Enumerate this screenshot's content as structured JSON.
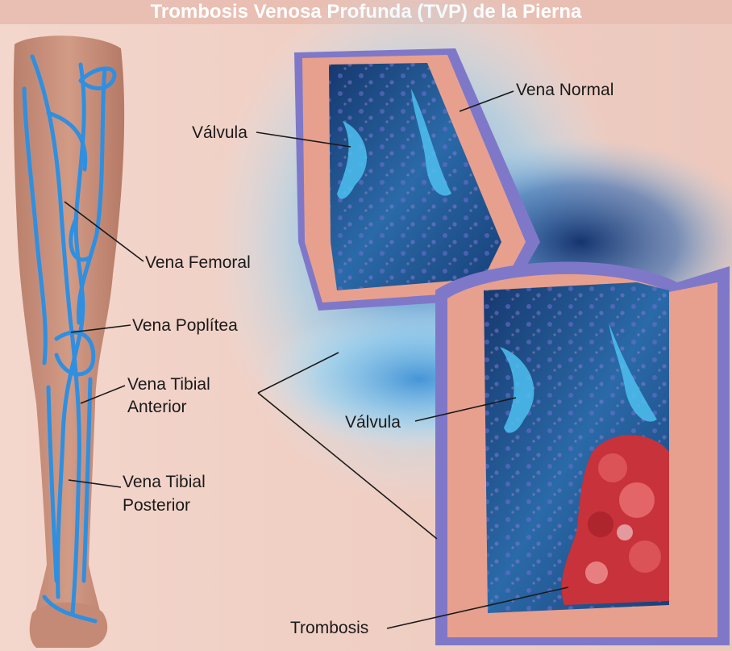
{
  "title": "Trombosis Venosa Profunda (TVP) de la Pierna",
  "labels": {
    "valvula_top": "Válvula",
    "vena_normal": "Vena Normal",
    "vena_femoral": "Vena Femoral",
    "vena_poplitea": "Vena Poplítea",
    "vena_tibial_anterior_1": "Vena Tibial",
    "vena_tibial_anterior_2": "Anterior",
    "vena_tibial_posterior_1": "Vena Tibial",
    "vena_tibial_posterior_2": "Posterior",
    "valvula_bottom": "Válvula",
    "trombosis": "Trombosis"
  },
  "colors": {
    "skin": "#f1d2c8",
    "leg": "#c98f7a",
    "vein": "#2f8fe0",
    "vessel_wall": "#e8a08e",
    "vessel_outer": "#7f78c9",
    "lumen": "#1f4f86",
    "clot": "#c8323a",
    "background_blue": "#a9dcf6"
  }
}
